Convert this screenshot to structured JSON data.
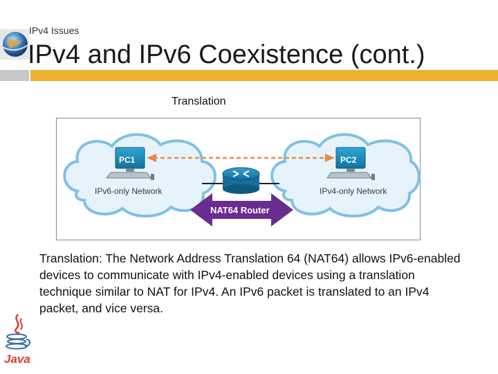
{
  "slide": {
    "subtitle": "IPv4 Issues",
    "title": "IPv4 and IPv6 Coexistence (cont.)",
    "figure_caption": "Translation",
    "body_term": "Translation",
    "body_text": ": The Network Address Translation 64 (NAT64) allows IPv6-enabled devices to communicate with IPv4-enabled devices using a translation technique similar to NAT for IPv4. An IPv6 packet is translated to an IPv4 packet, and vice versa."
  },
  "diagram": {
    "pc1_label": "PC1",
    "pc2_label": "PC2",
    "left_network": "IPv6-only Network",
    "right_network": "IPv4-only Network",
    "router_label": "NAT64 Router"
  },
  "logos": {
    "java_text": "Java"
  },
  "colors": {
    "accent_bar": "#f0b12b",
    "gray_bar": "#c8c8c8",
    "cloud_fill": "#e6f3fb",
    "cloud_stroke": "#7fc0e6",
    "arrow_purple": "#6a2c8e",
    "dashed_arrow": "#e68a4a",
    "pc_screen": "#1c88b4",
    "java_red": "#e03a2f",
    "java_blue": "#3b6ea8"
  }
}
